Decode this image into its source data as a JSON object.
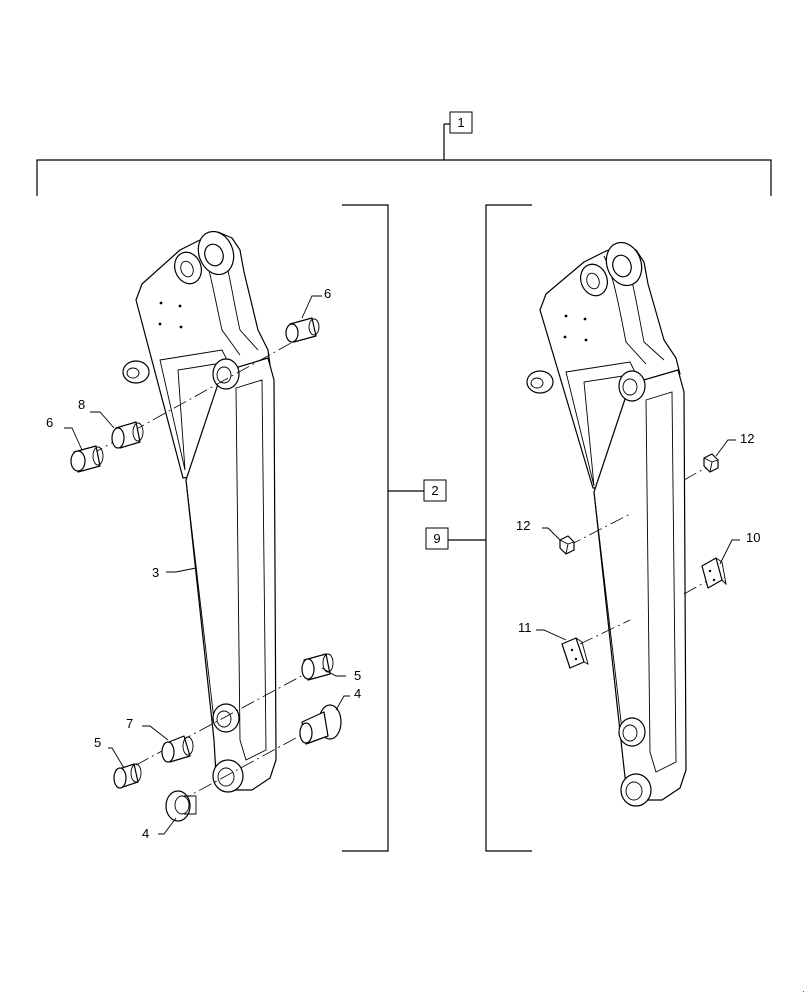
{
  "callouts": {
    "assembly": "1",
    "arm_assembly_left": "2",
    "arm_assembly_right": "9",
    "arm": "3",
    "washer_bottom_right": "4",
    "washer_bottom_left": "4",
    "bushing_5_right": "5",
    "bushing_5_left": "5",
    "bushing_6_right": "6",
    "bushing_6_left": "6",
    "bushing_7": "7",
    "bushing_8": "8",
    "plate_10": "10",
    "plate_11": "11",
    "block_12_top": "12",
    "block_12_mid": "12"
  }
}
